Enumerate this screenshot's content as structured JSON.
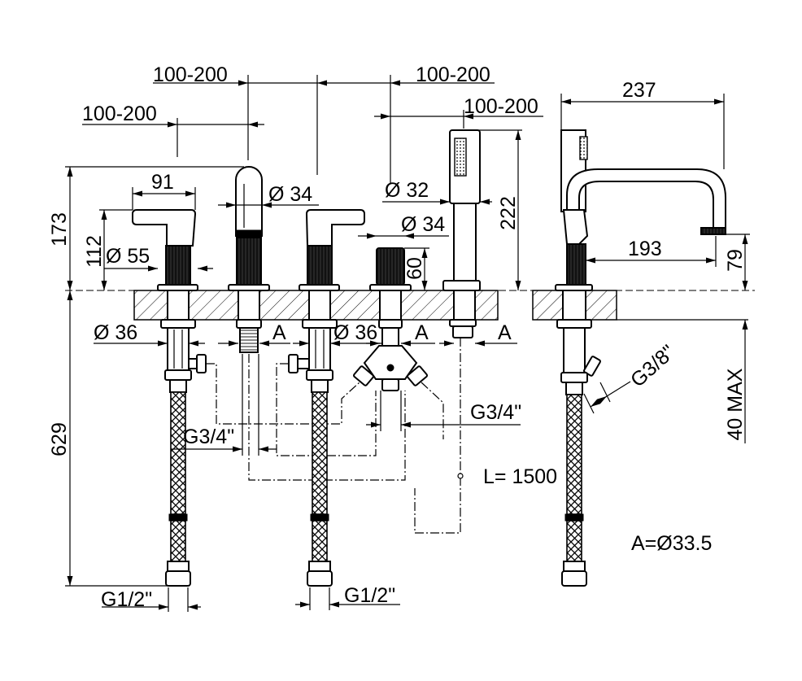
{
  "colors": {
    "ink": "#000000",
    "background": "#ffffff"
  },
  "dimensions": {
    "spacing_top_left": "100-200",
    "spacing_top_right": "100-200",
    "spacing_left": "100-200",
    "spacing_right": "100-200",
    "spout_projection": "237",
    "handle_width": "91",
    "spout_diameter": "Ø 34",
    "handshower_diameter": "Ø 32",
    "diverter_diameter": "Ø 34",
    "handshower_height": "222",
    "spout_height": "173",
    "handle_height": "112",
    "flange_diameter": "Ø 55",
    "diverter_height": "60",
    "spout_reach": "193",
    "spout_clearance": "79",
    "valve_shank_diameter_left": "Ø 36",
    "spout_hole": "A",
    "valve_shank_diameter_right": "Ø 36",
    "diverter_hole": "A",
    "handshower_hole": "A",
    "side_outlet_thread": "G3/8\"",
    "deck_thickness": "40 MAX",
    "diverter_inlet_thread": "G3/4\"",
    "below_deck_length": "629",
    "spout_inlet_thread": "G3/4\"",
    "handshower_hose_length": "L= 1500",
    "supply_thread_left": "G1/2\"",
    "supply_thread_right": "G1/2\""
  },
  "notes": {
    "hole_diameter": "A=Ø33.5"
  }
}
